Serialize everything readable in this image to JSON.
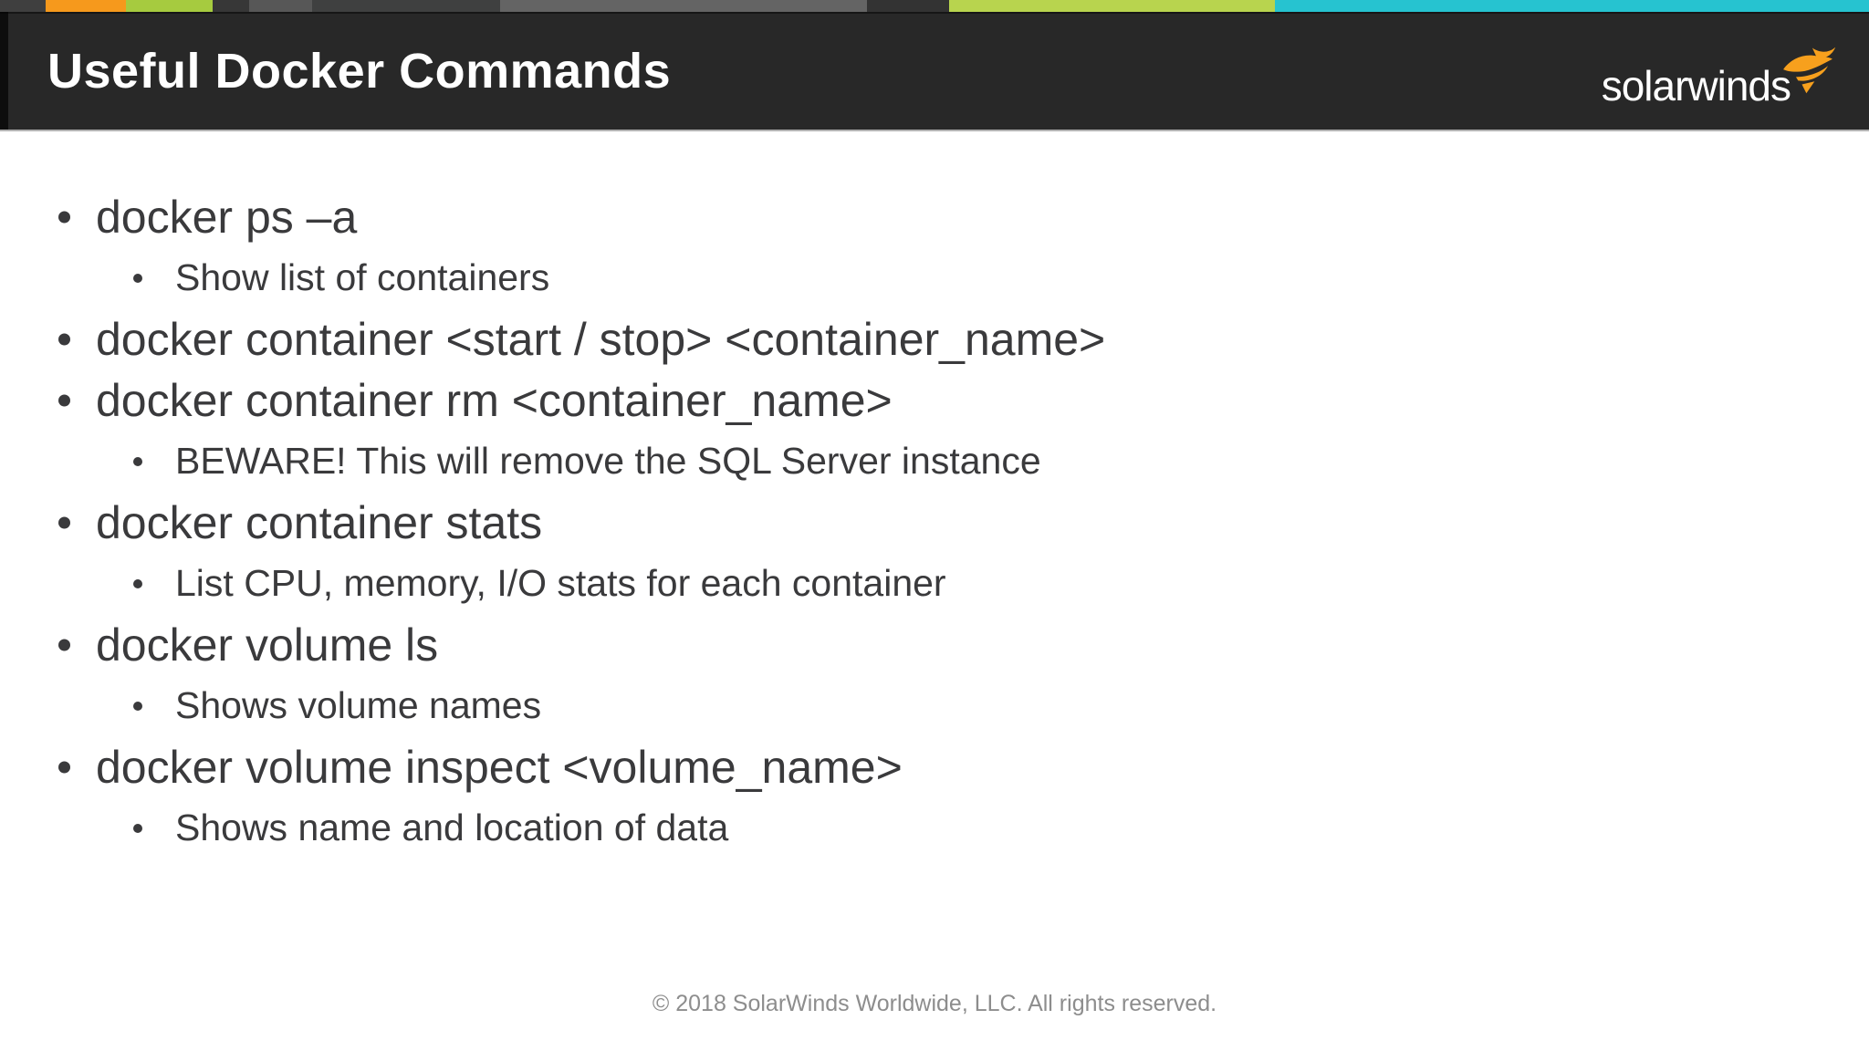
{
  "video_progress": {
    "total_width": 2048,
    "segments": [
      {
        "start": 0,
        "end": 50,
        "color": "#3f3f3f"
      },
      {
        "start": 50,
        "end": 138,
        "color": "#f6991c"
      },
      {
        "start": 138,
        "end": 233,
        "color": "#a6cb3f"
      },
      {
        "start": 233,
        "end": 273,
        "color": "#373737"
      },
      {
        "start": 273,
        "end": 342,
        "color": "#575757"
      },
      {
        "start": 342,
        "end": 548,
        "color": "#3f4040"
      },
      {
        "start": 548,
        "end": 950,
        "color": "#646464"
      },
      {
        "start": 950,
        "end": 1040,
        "color": "#333333"
      },
      {
        "start": 1040,
        "end": 1397,
        "color": "#b8d44e"
      },
      {
        "start": 1397,
        "end": 2048,
        "color": "#26c3d0"
      }
    ]
  },
  "header": {
    "title": "Useful Docker Commands",
    "background": "#282828",
    "logo_text": "solarwinds",
    "logo_icon": "solarwinds-swirl-icon",
    "logo_color": "#f7a01d"
  },
  "slide": {
    "text_color": "#3a3a3c",
    "bullets": [
      {
        "level": 1,
        "text": "docker ps –a"
      },
      {
        "level": 2,
        "text": "Show list of containers"
      },
      {
        "level": 1,
        "text": "docker container <start / stop> <container_name>"
      },
      {
        "level": 1,
        "text": "docker container rm <container_name>"
      },
      {
        "level": 2,
        "text": "BEWARE! This will remove the SQL Server instance"
      },
      {
        "level": 1,
        "text": "docker container stats"
      },
      {
        "level": 2,
        "text": "List CPU, memory, I/O stats for each container"
      },
      {
        "level": 1,
        "text": "docker volume ls"
      },
      {
        "level": 2,
        "text": "Shows volume names"
      },
      {
        "level": 1,
        "text": "docker volume inspect <volume_name>"
      },
      {
        "level": 2,
        "text": "Shows name and location of data"
      }
    ]
  },
  "footer": {
    "copyright": "© 2018 SolarWinds Worldwide, LLC. All rights reserved."
  }
}
